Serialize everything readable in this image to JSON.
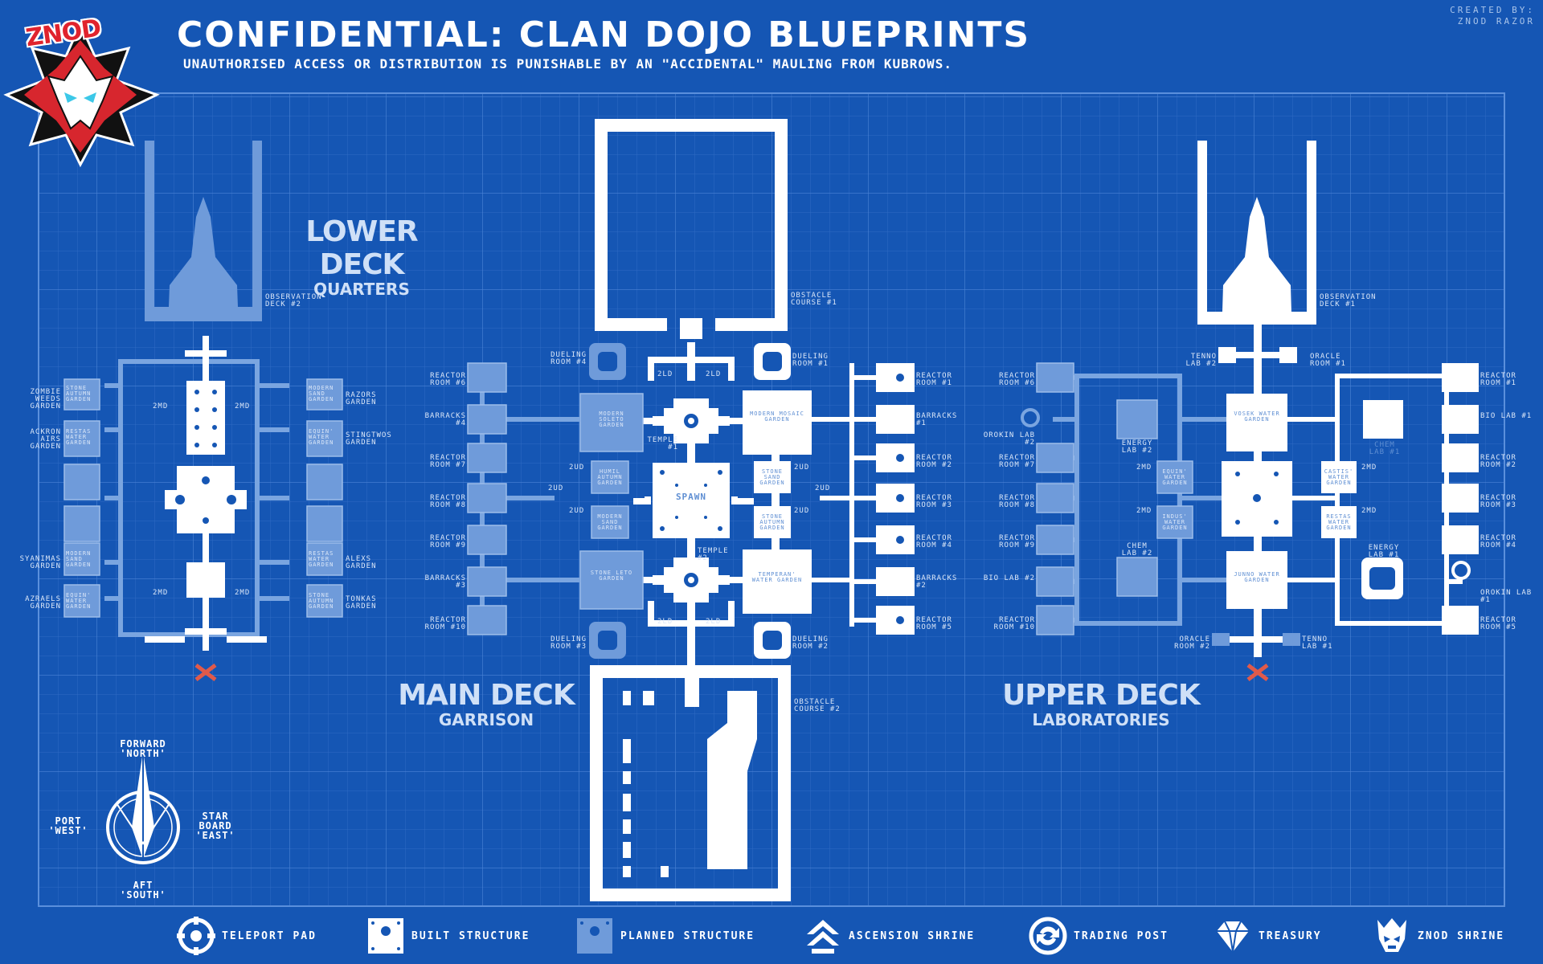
{
  "header": {
    "title": "CONFIDENTIAL: CLAN DOJO BLUEPRINTS",
    "subtitle": "UNAUTHORISED ACCESS OR DISTRIBUTION IS PUNISHABLE BY AN \"ACCIDENTAL\" MAULING FROM KUBROWS.",
    "credit_line1": "CREATED BY:",
    "credit_line2": "ZNOD RAZOR",
    "logo_text": "ZNOD"
  },
  "decks": {
    "lower": {
      "name": "LOWER DECK",
      "sub": "QUARTERS"
    },
    "main": {
      "name": "MAIN DECK",
      "sub": "GARRISON"
    },
    "upper": {
      "name": "UPPER DECK",
      "sub": "LABORATORIES"
    }
  },
  "lower_labels": {
    "observation": "OBSERVATION DECK #2",
    "zombie": "ZOMBIE WEEDS GARDEN",
    "ackron": "ACKRON AIRS GARDEN",
    "syanimas": "SYANIMAS GARDEN",
    "azraels": "AZRAELS GARDEN",
    "razors": "RAZORS GARDEN",
    "stingtwos": "STINGTWOS GARDEN",
    "alexs": "ALEXS GARDEN",
    "tonkas": "TONKAS GARDEN",
    "g1": "STONE AUTUMN GARDEN",
    "g2": "RESTAS WATER GARDEN",
    "g3": "MODERN SAND GARDEN",
    "g4": "EQUIN' WATER GARDEN",
    "g5": "MODERN SAND GARDEN",
    "g6": "EQUIN' WATER GARDEN",
    "g7": "RESTAS WATER GARDEN",
    "g8": "STONE AUTUMN GARDEN",
    "m2a": "2MD",
    "m2b": "2MD",
    "m2c": "2MD",
    "m2d": "2MD"
  },
  "main_labels": {
    "obstacle1": "OBSTACLE COURSE #1",
    "obstacle2": "OBSTACLE COURSE #2",
    "dueling4": "DUELING ROOM #4",
    "dueling1": "DUELING ROOM #1",
    "dueling3": "DUELING ROOM #3",
    "dueling2": "DUELING ROOM #2",
    "reactor6": "REACTOR ROOM #6",
    "barracks4": "BARRACKS #4",
    "reactor7": "REACTOR ROOM #7",
    "reactor8": "REACTOR ROOM #8",
    "reactor9": "REACTOR ROOM #9",
    "barracks3": "BARRACKS #3",
    "reactor10": "REACTOR ROOM #10",
    "reactor1": "REACTOR ROOM #1",
    "barracks1": "BARRACKS #1",
    "reactor2": "REACTOR ROOM #2",
    "reactor3": "REACTOR ROOM #3",
    "reactor4": "REACTOR ROOM #4",
    "barracks2": "BARRACKS #2",
    "reactor5": "REACTOR ROOM #5",
    "temple1": "TEMPLE #1",
    "temple2": "TEMPLE #2",
    "spawn": "SPAWN",
    "modern_soleto": "MODERN SOLETO GARDEN",
    "humil_autumn": "HUMIL AUTUMN GARDEN",
    "modern_sand": "MODERN SAND GARDEN",
    "stone_leto": "STONE LETO GARDEN",
    "modern_mosaic": "MODERN MOSAIC GARDEN",
    "stone_sand": "STONE SAND GARDEN",
    "stone_autumn": "STONE AUTUMN GARDEN",
    "temperan_water": "TEMPERAN' WATER GARDEN",
    "ld1": "2LD",
    "ld2": "2LD",
    "ld3": "2LD",
    "ld4": "2LD",
    "ud1": "2UD",
    "ud2": "2UD",
    "ud3": "2UD",
    "ud4": "2UD",
    "ud5": "2UD",
    "ud6": "2UD"
  },
  "upper_labels": {
    "observation1": "OBSERVATION DECK #1",
    "tenno2": "TENNO LAB #2",
    "oracle1": "ORACLE ROOM #1",
    "oracle2": "ORACLE ROOM #2",
    "tenno1": "TENNO LAB #1",
    "reactor6": "REACTOR ROOM #6",
    "orokin2": "OROKIN LAB #2",
    "reactor7": "REACTOR ROOM #7",
    "reactor8": "REACTOR ROOM #8",
    "reactor9": "REACTOR ROOM #9",
    "bio2": "BIO LAB #2",
    "reactor10": "REACTOR ROOM #10",
    "energy2": "ENERGY LAB #2",
    "chem2": "CHEM LAB #2",
    "reactor1": "REACTOR ROOM #1",
    "bio1": "BIO LAB #1",
    "reactor2": "REACTOR ROOM #2",
    "reactor3": "REACTOR ROOM #3",
    "reactor4": "REACTOR ROOM #4",
    "orokin1": "OROKIN LAB #1",
    "reactor5": "REACTOR ROOM #5",
    "chem1": "CHEM LAB #1",
    "energy1": "ENERGY LAB #1",
    "vosek_water": "VOSEK WATER GARDEN",
    "junno_water": "JUNNO WATER GARDEN",
    "equin_water": "EQUIN' WATER GARDEN",
    "indus_water": "INDUS' WATER GARDEN",
    "castis_water": "CASTIS' WATER GARDEN",
    "restas_water": "RESTAS WATER GARDEN",
    "md1": "2MD",
    "md2": "2MD",
    "md3": "2MD",
    "md4": "2MD"
  },
  "compass": {
    "north1": "FORWARD",
    "north2": "'NORTH'",
    "west1": "PORT",
    "west2": "'WEST'",
    "east1": "STAR",
    "east2": "BOARD",
    "east3": "'EAST'",
    "south1": "AFT",
    "south2": "'SOUTH'"
  },
  "legend": [
    {
      "label": "TELEPORT PAD",
      "icon": "teleport-pad-icon"
    },
    {
      "label": "BUILT STRUCTURE",
      "icon": "built-structure-icon"
    },
    {
      "label": "PLANNED STRUCTURE",
      "icon": "planned-structure-icon"
    },
    {
      "label": "ASCENSION SHRINE",
      "icon": "ascension-shrine-icon"
    },
    {
      "label": "TRADING POST",
      "icon": "trading-post-icon"
    },
    {
      "label": "TREASURY",
      "icon": "treasury-icon"
    },
    {
      "label": "ZNOD SHRINE",
      "icon": "znod-shrine-icon"
    }
  ],
  "colors": {
    "background": "#1556b4",
    "grid": "#3f7ad0",
    "built": "#ffffff",
    "planned": "#5f8fd3",
    "marker": "#e05a4a"
  }
}
